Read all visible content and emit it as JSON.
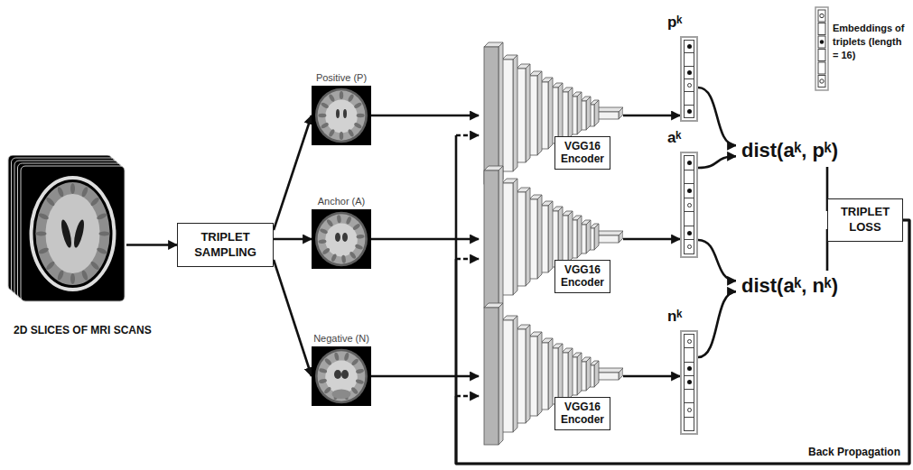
{
  "diagram": {
    "nodes": [
      {
        "text": [
          "2D SLICES OF MRI SCANS"
        ]
      },
      {
        "text": [
          "TRIPLET SAMPLING"
        ]
      },
      {
        "text": [
          "Positive (P)"
        ]
      },
      {
        "text": [
          "Anchor (A)"
        ]
      },
      {
        "text": [
          "Negative (N)"
        ]
      },
      {
        "text": [
          "VGG16 Encoder"
        ]
      },
      {
        "text": [
          "VGG16 Encoder"
        ]
      },
      {
        "text": [
          "VGG16 Encoder"
        ]
      },
      {
        "text": [
          "pᵏ"
        ]
      },
      {
        "text": [
          "aᵏ"
        ]
      },
      {
        "text": [
          "nᵏ"
        ]
      },
      {
        "text": [
          "dist(aᵏ, pᵏ)"
        ]
      },
      {
        "text": [
          "dist(aᵏ, nᵏ)"
        ]
      },
      {
        "text": [
          "TRIPLET LOSS"
        ]
      }
    ],
    "edges": [
      {
        "from": 0,
        "to": 1,
        "arrow": "to"
      },
      {
        "from": 1,
        "to": 2,
        "arrow": "to"
      },
      {
        "from": 1,
        "to": 3,
        "arrow": "to"
      },
      {
        "from": 1,
        "to": 4,
        "arrow": "to"
      },
      {
        "from": 2,
        "to": 5,
        "arrow": "to"
      },
      {
        "from": 3,
        "to": 6,
        "arrow": "to"
      },
      {
        "from": 4,
        "to": 7,
        "arrow": "to"
      },
      {
        "from": 5,
        "to": 8,
        "arrow": "to"
      },
      {
        "from": 6,
        "to": 9,
        "arrow": "to"
      },
      {
        "from": 7,
        "to": 10,
        "arrow": "to"
      },
      {
        "from": 8,
        "to": 11,
        "arrow": "to"
      },
      {
        "from": 9,
        "to": 11,
        "arrow": "to"
      },
      {
        "from": 9,
        "to": 12,
        "arrow": "to"
      },
      {
        "from": 10,
        "to": 12,
        "arrow": "to"
      },
      {
        "from": 11,
        "to": 13,
        "arrow": "none"
      },
      {
        "from": 12,
        "to": 13,
        "arrow": "none"
      },
      {
        "from": 13,
        "to": 5,
        "arrow": "to"
      },
      {
        "from": 13,
        "to": 6,
        "arrow": "to"
      },
      {
        "from": 13,
        "to": 7,
        "arrow": "to"
      }
    ],
    "labels": [
      "Back Propagation"
    ],
    "legend": [
      {
        "text": "Embeddings of triplets (length = 16)"
      }
    ]
  }
}
